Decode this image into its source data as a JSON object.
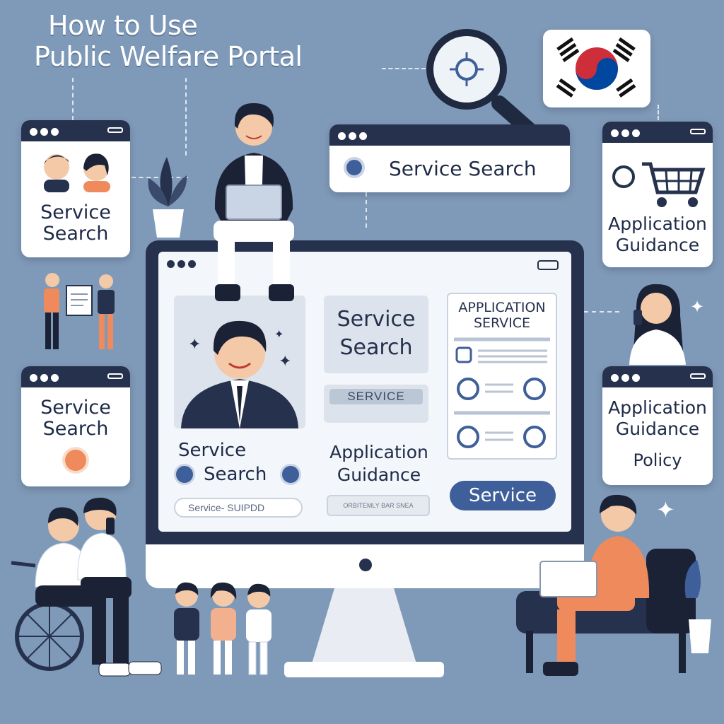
{
  "title": {
    "line1": "How to Use",
    "line2": "Public Welfare Portal"
  },
  "colors": {
    "background": "#7f9ab8",
    "navy": "#25314d",
    "accent_blue": "#3f5f9a",
    "orange": "#ee8a5b",
    "white": "#ffffff"
  },
  "left_cards": [
    {
      "label_line1": "Service",
      "label_line2": "Search"
    },
    {
      "label_line1": "Service",
      "label_line2": "Search"
    }
  ],
  "top_search": {
    "label": "Service Search"
  },
  "right_cards": [
    {
      "label_line1": "Application",
      "label_line2": "Guidance"
    },
    {
      "label_line1": "Application",
      "label_line2": "Guidance",
      "label_line3": "Policy"
    }
  ],
  "monitor": {
    "service_search_tile": {
      "line1": "Service",
      "line2": "Search"
    },
    "service_small_button": "SERVICE",
    "application_panel": {
      "line1": "APPLICATION",
      "line2": "SERVICE"
    },
    "profile_caption": {
      "line1": "Service",
      "line2": "Search"
    },
    "profile_input": "Service- SUIPDD",
    "application_guidance": {
      "line1": "Application",
      "line2": "Guidance"
    },
    "guidance_input": "ORBITEMLY BAR SNEA",
    "service_button": "Service"
  },
  "icons": [
    "magnifier-icon",
    "korean-flag-icon",
    "shopping-cart-icon",
    "sparkle-icon",
    "search-badge-icon"
  ]
}
